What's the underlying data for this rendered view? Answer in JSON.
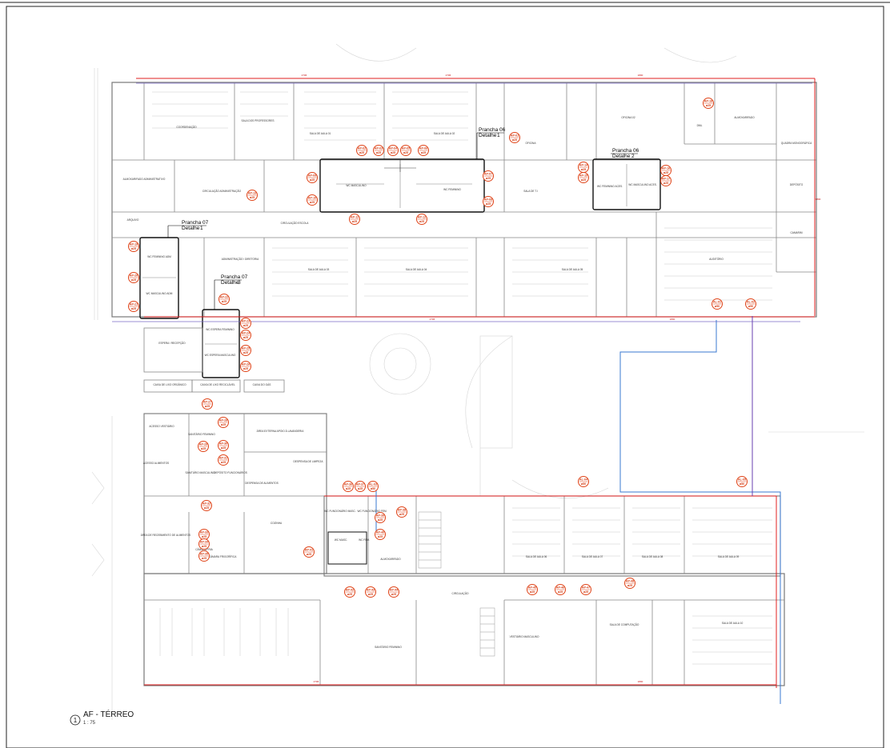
{
  "title_block": {
    "number": "1",
    "name": "AF - TÉRREO",
    "scale": "1 : 75"
  },
  "detail_callouts": [
    {
      "sheet": "Prancha 06",
      "detail": "Detalhe",
      "ref": "1"
    },
    {
      "sheet": "Prancha 06",
      "detail": "Detalhe",
      "ref": "2"
    },
    {
      "sheet": "Prancha 07",
      "detail": "Detalhe",
      "ref": "1"
    },
    {
      "sheet": "Prancha 07",
      "detail": "Detalhe",
      "ref": "3"
    }
  ],
  "rooms": [
    "COORDENAÇÃO",
    "SALA DOS PROFESSORES",
    "SALA DE AULA 01",
    "SALA DE AULA 02",
    "OFICINA",
    "OFICINA 02",
    "DML",
    "ALMOXARIFADO",
    "QUADRA MONOGRÁFICA",
    "ALMOXARIFADO ADMINISTRATIVO",
    "CIRCULAÇÃO ADMINISTRAÇÃO",
    "WC MASCULINO",
    "WC FEMININO",
    "SALA DE T.I",
    "WC FEMININO ACES.",
    "WC MASCULINO ACES.",
    "DEPÓSITO",
    "ARQUIVO",
    "CIRCULAÇÃO ESCOLA",
    "AUDITÓRIO",
    "CAMARIM",
    "WC FEMININO ADM",
    "WC MASCULINO ADM",
    "ADMINISTRAÇÃO / DIRETORIA",
    "SALA DE AULA 03",
    "SALA DE AULA 04",
    "SALA DE AULA 05",
    "ESPERA / RECEPÇÃO",
    "WC ESPERA FEMININO",
    "WC ESPERA MASCULINO",
    "CAIXA DE LIXO ORGÂNICO",
    "CAIXA DE LIXO RECICLÁVEL",
    "CAIXA DO GÁS",
    "ACESSO VESTIÁRIO",
    "SANITÁRIO FEMININO",
    "ÁREA EXTERNA APOIO À LAVANDERIA",
    "ACESSO ALIMENTOS",
    "SANITÁRIO MASCULINO",
    "DEPÓSITO FUNCIONÁRIOS",
    "DESPENSA DE ALIMENTOS",
    "DESPENSA DE LIMPEZA",
    "ÁREA DE RECEBIMENTO DE ALIMENTOS",
    "CÂMARA FRIA",
    "CÂMARA FRIGORÍFICA",
    "COZINHA",
    "WC FUNCIONÁRIO MASC.",
    "WC FUNCIONÁRIO FEM.",
    "WC MASC.",
    "WC FEM.",
    "ALMOXARIFADO",
    "CIRCULAÇÃO",
    "SALA DE AULA 06",
    "SALA DE AULA 07",
    "SALA DE AULA 08",
    "SALA DE AULA 09",
    "SALA DE AULA 10",
    "VESTIÁRIO MASCULINO",
    "SALA DE COMPUTAÇÃO",
    "SANITÁRIO FEMININO"
  ],
  "tags": [
    {
      "id": "AP-01",
      "d": "ø25"
    },
    {
      "id": "AP-02",
      "d": "ø25"
    },
    {
      "id": "AP-03",
      "d": "ø25"
    },
    {
      "id": "AP-04",
      "d": "ø25"
    },
    {
      "id": "AP-05",
      "d": "ø25"
    },
    {
      "id": "AP-06",
      "d": "ø25"
    },
    {
      "id": "AP-07",
      "d": "ø25"
    },
    {
      "id": "AP-08",
      "d": "ø25"
    },
    {
      "id": "AP-09",
      "d": "ø25"
    },
    {
      "id": "AP-10",
      "d": "ø25"
    },
    {
      "id": "AP-11",
      "d": "ø25"
    },
    {
      "id": "AP-12",
      "d": "ø25"
    },
    {
      "id": "AP-13",
      "d": "ø25"
    },
    {
      "id": "AP-14",
      "d": "ø25"
    },
    {
      "id": "AP-15",
      "d": "ø25"
    },
    {
      "id": "AP-16",
      "d": "ø25"
    },
    {
      "id": "AP-17",
      "d": "ø25"
    },
    {
      "id": "AP-18",
      "d": "ø25"
    },
    {
      "id": "AP-19",
      "d": "ø25"
    },
    {
      "id": "AP-20",
      "d": "ø25"
    },
    {
      "id": "AP-21",
      "d": "ø25"
    },
    {
      "id": "AP-22",
      "d": "ø25"
    },
    {
      "id": "AP-23",
      "d": "ø25"
    },
    {
      "id": "AP-24",
      "d": "ø25"
    },
    {
      "id": "AP-25",
      "d": "ø25"
    },
    {
      "id": "AP-26",
      "d": "ø25"
    },
    {
      "id": "AP-27",
      "d": "ø25"
    },
    {
      "id": "AP-28",
      "d": "ø25"
    },
    {
      "id": "AP-29",
      "d": "ø25"
    },
    {
      "id": "AP-30",
      "d": "ø25"
    },
    {
      "id": "AP-31",
      "d": "ø25"
    },
    {
      "id": "AP-32",
      "d": "ø25"
    },
    {
      "id": "AP-33",
      "d": "ø25"
    },
    {
      "id": "AP-34",
      "d": "ø25"
    },
    {
      "id": "AP-35",
      "d": "ø25"
    },
    {
      "id": "AP-36",
      "d": "ø25"
    },
    {
      "id": "AP-37",
      "d": "ø25"
    },
    {
      "id": "AP-38",
      "d": "ø25"
    },
    {
      "id": "AP-39",
      "d": "ø25"
    },
    {
      "id": "AP-40",
      "d": "ø25"
    },
    {
      "id": "AP-41",
      "d": "ø25"
    },
    {
      "id": "AP-42",
      "d": "ø25"
    },
    {
      "id": "AP-43",
      "d": "ø25"
    },
    {
      "id": "AP-44",
      "d": "ø25"
    },
    {
      "id": "AP-45",
      "d": "ø25"
    },
    {
      "id": "AP-46",
      "d": "ø25"
    },
    {
      "id": "AP-47",
      "d": "ø25"
    },
    {
      "id": "AP-48",
      "d": "ø25"
    },
    {
      "id": "AL-01",
      "d": "ø50"
    },
    {
      "id": "AL-02",
      "d": "ø50"
    },
    {
      "id": "AL-03",
      "d": "ø50"
    },
    {
      "id": "AL-04",
      "d": "ø50"
    },
    {
      "id": "AL-05",
      "d": "ø50"
    }
  ],
  "dimensions": [
    "2706",
    "2706",
    "1800",
    "2706",
    "1800",
    "2706",
    "1800",
    "3800"
  ],
  "colors": {
    "wall": "#7a7a7a",
    "pipe_red": "#e02020",
    "pipe_blue": "#3a78d0",
    "pipe_purple": "#6a3fb0",
    "tag": "#e0451a"
  }
}
